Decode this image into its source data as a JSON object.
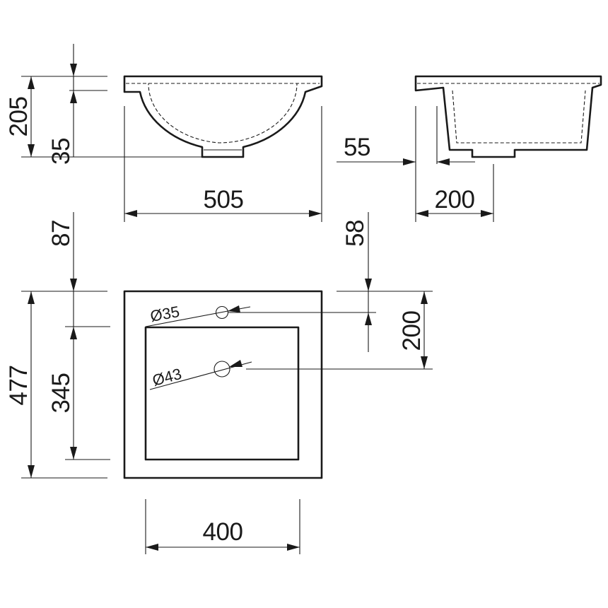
{
  "dimensions": {
    "side_total_height": "205",
    "drain_height": "35",
    "overall_width": "505",
    "profile_offset": "55",
    "profile_depth": "200",
    "rim_to_tap": "87",
    "tap_to_drain_small": "58",
    "tap_to_drain": "200",
    "plan_depth": "477",
    "bowl_depth": "345",
    "bowl_width": "400"
  },
  "holes": {
    "tap_hole": "Ø35",
    "drain_hole": "Ø43"
  }
}
